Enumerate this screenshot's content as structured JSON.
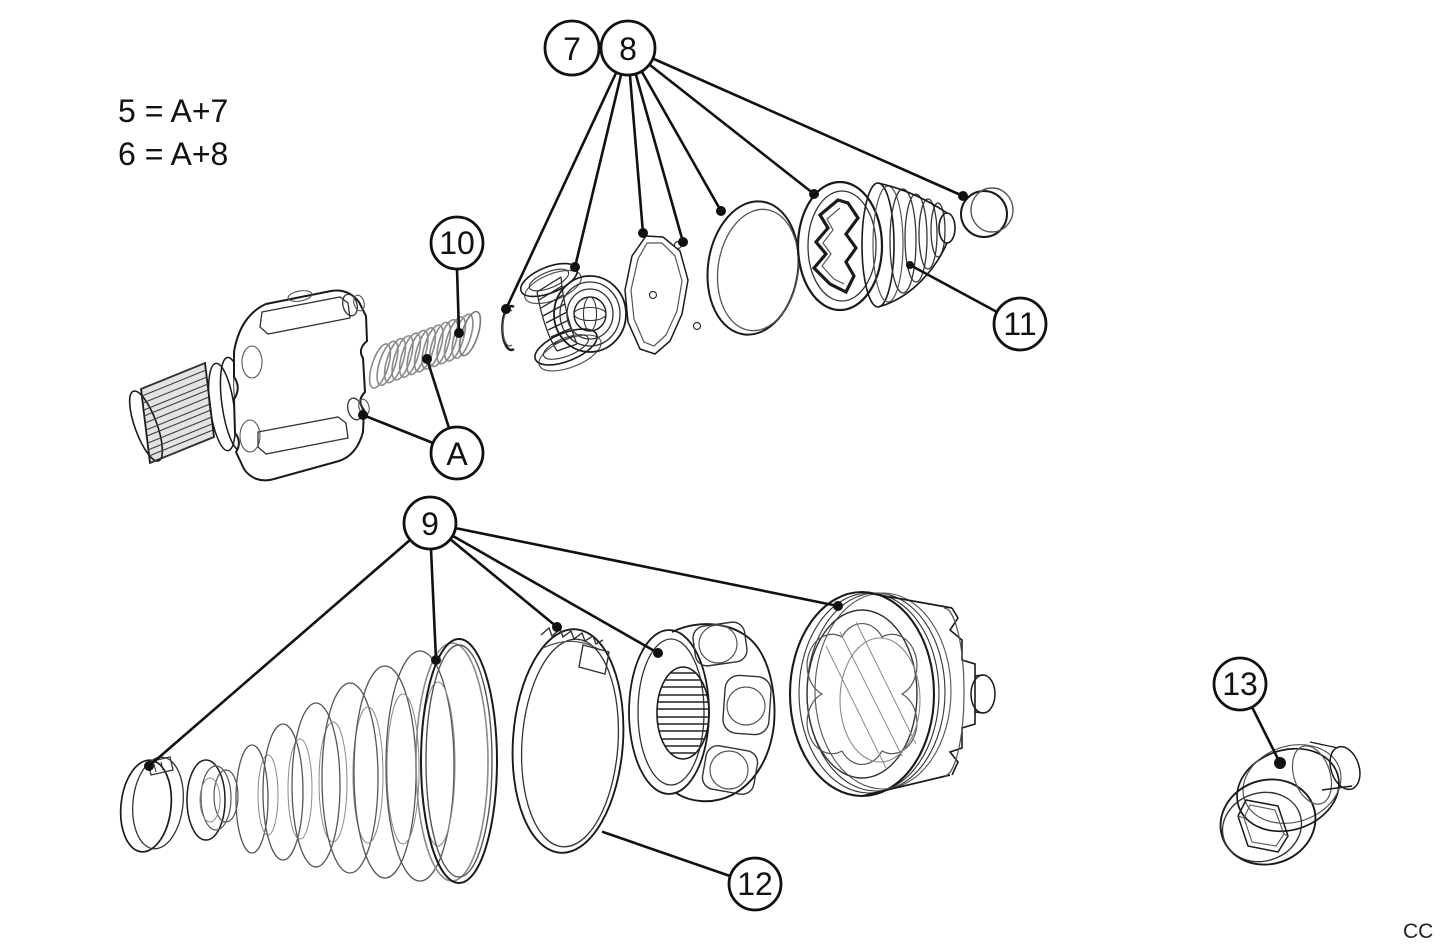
{
  "diagram": {
    "notes": [
      "5 = A+7",
      "6 = A+8"
    ],
    "callouts": {
      "n7": "7",
      "n8": "8",
      "n9": "9",
      "n10": "10",
      "n11": "11",
      "n12": "12",
      "n13": "13",
      "nA": "A"
    },
    "watermark": "CC",
    "colors": {
      "background": "#ffffff",
      "ink": "#1a1a1a",
      "light_gray": "#8a8a8a"
    }
  }
}
